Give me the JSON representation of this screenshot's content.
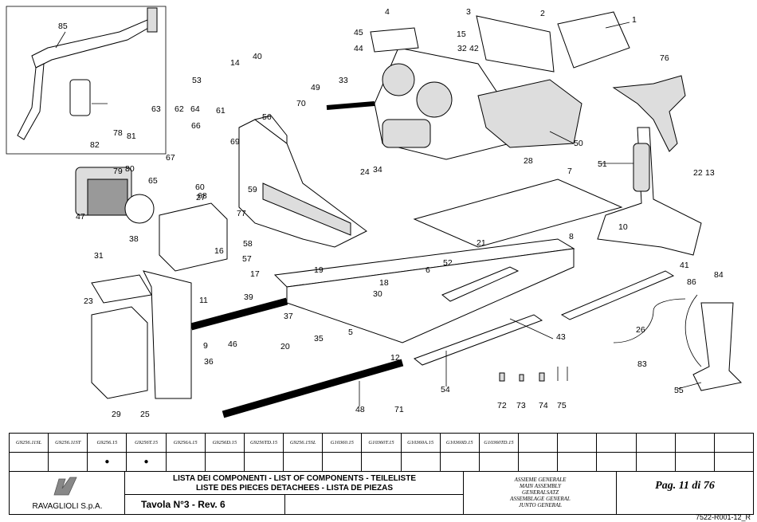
{
  "drawing": {
    "part_numbers": [
      "1",
      "2",
      "3",
      "4",
      "5",
      "6",
      "7",
      "8",
      "9",
      "10",
      "11",
      "12",
      "13",
      "14",
      "15",
      "16",
      "17",
      "18",
      "19",
      "20",
      "21",
      "22",
      "23",
      "24",
      "25",
      "26",
      "27",
      "28",
      "29",
      "30",
      "31",
      "32",
      "33",
      "34",
      "35",
      "36",
      "37",
      "38",
      "39",
      "40",
      "41",
      "42",
      "43",
      "44",
      "45",
      "46",
      "47",
      "48",
      "49",
      "50",
      "51",
      "52",
      "53",
      "54",
      "55",
      "56",
      "57",
      "58",
      "59",
      "60",
      "61",
      "62",
      "63",
      "64",
      "65",
      "66",
      "67",
      "68",
      "69",
      "70",
      "71",
      "72",
      "73",
      "74",
      "75",
      "76",
      "77",
      "78",
      "79",
      "80",
      "81",
      "82",
      "83",
      "84",
      "85",
      "86"
    ]
  },
  "codes_table": {
    "codes": [
      "G9256.11SL",
      "G9256.11ST",
      "G9256.15",
      "G9256T.15",
      "G9256A.15",
      "G9256D.15",
      "G9256TD.15",
      "G9256.15SL",
      "G10360.15",
      "G10360T.15",
      "G10360A.15",
      "G10360D.15",
      "G10360TD.15",
      "",
      "",
      "",
      "",
      "",
      ""
    ],
    "marks": [
      "",
      "",
      "●",
      "●",
      "",
      "",
      "",
      "",
      "",
      "",
      "",
      "",
      "",
      "",
      "",
      "",
      "",
      "",
      ""
    ]
  },
  "title_block": {
    "company": "RAVAGLIOLI S.p.A.",
    "list_line1": "LISTA DEI COMPONENTI - LIST OF COMPONENTS - TEILELISTE",
    "list_line2": "LISTE DES PIECES DETACHEES - LISTA DE PIEZAS",
    "tavola": "Tavola N°3 - Rev. 6",
    "assembly": [
      "ASSIEME GENERALE",
      "MAIN ASSEMBLY",
      "GENERALSATZ",
      "ASSEMBLAGE GENERAL",
      "JUNTO GENERAL"
    ],
    "page": "Pag. 11 di 76",
    "doc_ref": "7522-R001-12_R"
  }
}
